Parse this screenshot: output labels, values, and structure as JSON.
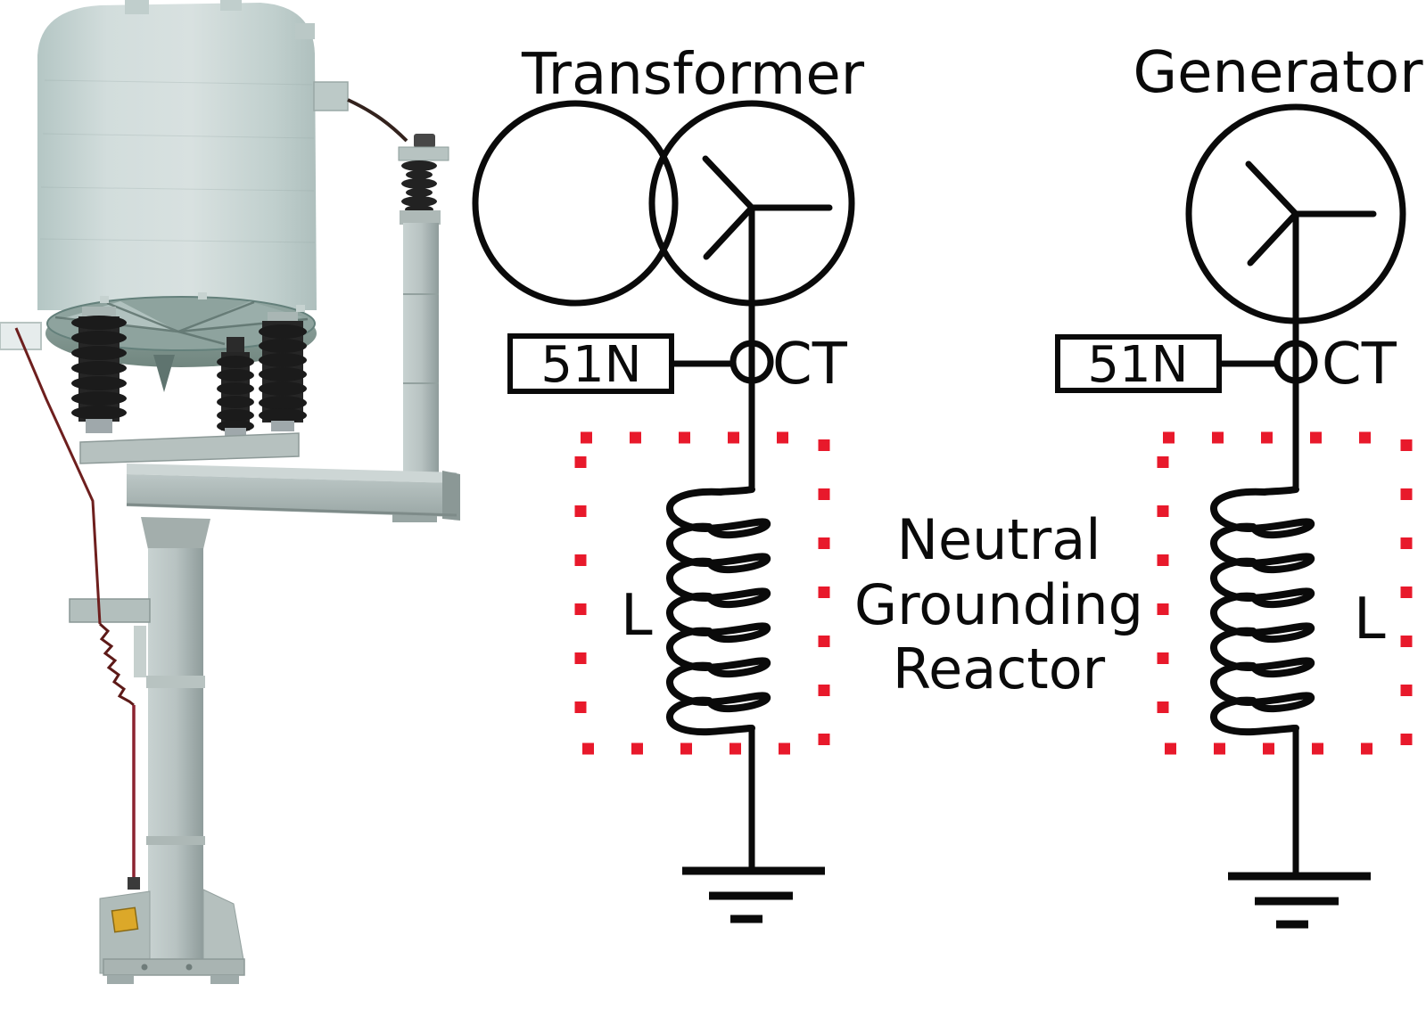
{
  "transformer_diagram": {
    "title": "Transformer",
    "relay_label": "51N",
    "ct_label": "CT",
    "inductor_label": "L"
  },
  "generator_diagram": {
    "title": "Generator",
    "relay_label": "51N",
    "ct_label": "CT",
    "inductor_label": "L"
  },
  "annotation": {
    "line1": "Neutral",
    "line2": "Grounding",
    "line3": "Reactor"
  },
  "colors": {
    "line": "#0a0a0a",
    "highlight_box": "#e8192b",
    "background": "#ffffff"
  }
}
